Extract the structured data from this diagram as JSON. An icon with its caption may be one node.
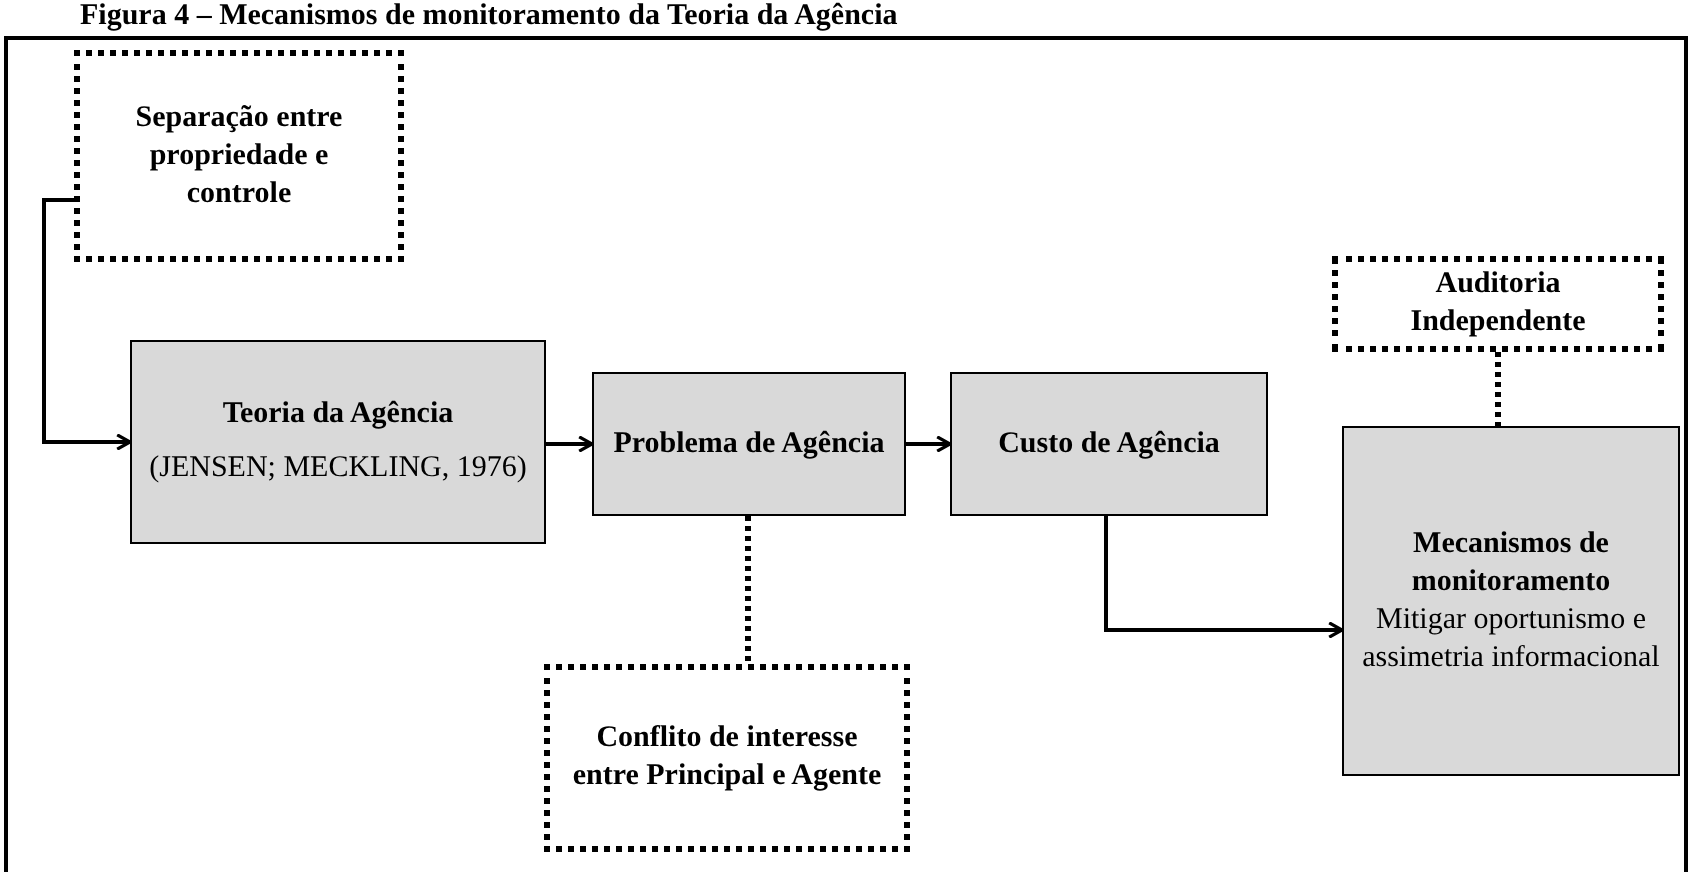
{
  "diagram": {
    "title": "Figura 4 – Mecanismos de monitoramento da Teoria da Agência",
    "nodes": [
      {
        "text": [
          "Separação entre propriedade e controle"
        ]
      },
      {
        "text": [
          "Teoria da Agência",
          "(JENSEN; MECKLING, 1976)"
        ]
      },
      {
        "text": [
          "Problema de Agência"
        ]
      },
      {
        "text": [
          "Custo de Agência"
        ]
      },
      {
        "text": [
          "Mecanismos de monitoramento",
          "Mitigar oportunismo e assimetria informacional"
        ]
      },
      {
        "text": [
          "Auditoria Independente"
        ]
      },
      {
        "text": [
          "Conflito de interesse entre Principal e Agente"
        ]
      }
    ],
    "edges": [
      {
        "from": 0,
        "to": 1,
        "arrow": "to"
      },
      {
        "from": 1,
        "to": 2,
        "arrow": "to"
      },
      {
        "from": 2,
        "to": 3,
        "arrow": "to"
      },
      {
        "from": 3,
        "to": 4,
        "arrow": "to"
      },
      {
        "from": 5,
        "to": 4,
        "arrow": "none",
        "style": "dashed"
      },
      {
        "from": 2,
        "to": 6,
        "arrow": "none",
        "style": "dashed"
      }
    ]
  }
}
